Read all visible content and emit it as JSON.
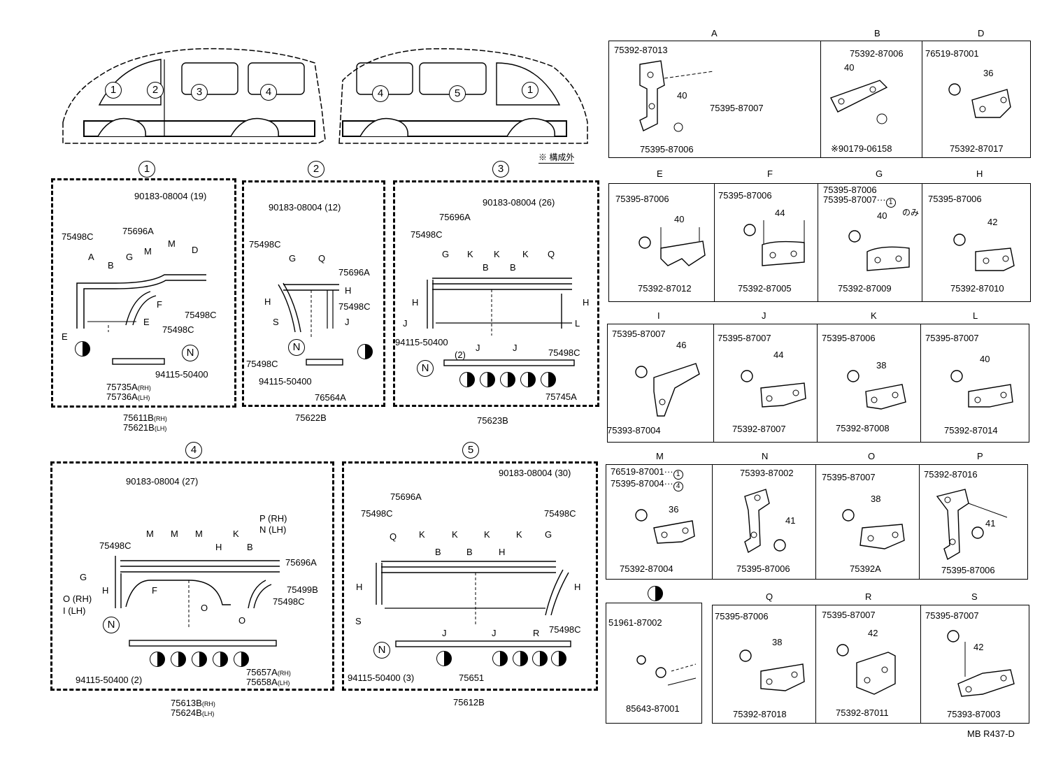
{
  "vehicle_left": {
    "markers": [
      "1",
      "2",
      "3",
      "4"
    ]
  },
  "vehicle_right": {
    "markers": [
      "4",
      "5",
      "1"
    ]
  },
  "note": "※ 構成外",
  "footer": "MB R437-D",
  "sections": {
    "s1": {
      "num": "1",
      "clip": "90183-08004 (19)",
      "left": "75498C",
      "moulding": "75696A",
      "letters": [
        "A",
        "B",
        "G",
        "M",
        "M",
        "D",
        "E",
        "E",
        "F"
      ],
      "r1": "75498C",
      "r2": "75498C",
      "bolt": "94115-50400",
      "bottom1": "75735A",
      "bottom1_sfx": "(RH)",
      "bottom2": "75736A",
      "bottom2_sfx": "(LH)",
      "assy1": "75611B",
      "assy1_sfx": "(RH)",
      "assy2": "75621B",
      "assy2_sfx": "(LH)"
    },
    "s2": {
      "num": "2",
      "clip": "90183-08004 (12)",
      "left": "75498C",
      "moulding": "75696A",
      "right": "75498C",
      "letters": [
        "G",
        "Q",
        "H",
        "H",
        "S",
        "J"
      ],
      "lower": "75498C",
      "bolt": "94115-50400",
      "bottom": "76564A",
      "assy": "75622B"
    },
    "s3": {
      "num": "3",
      "clip": "90183-08004 (26)",
      "moulding": "75696A",
      "left": "75498C",
      "letters": [
        "G",
        "K",
        "B",
        "K",
        "B",
        "K",
        "Q",
        "H",
        "H",
        "J",
        "L",
        "J",
        "J"
      ],
      "bolt": "94115-50400",
      "qty": "(2)",
      "right": "75498C",
      "bottom": "75745A",
      "assy": "75623B"
    },
    "s4": {
      "num": "4",
      "clip": "90183-08004 (27)",
      "pn": "P (RH)",
      "nl": "N (LH)",
      "left": "75498C",
      "letters": [
        "M",
        "M",
        "M",
        "H",
        "K",
        "B",
        "G",
        "H",
        "F",
        "O",
        "O"
      ],
      "ol": "O (RH)",
      "il": "I (LH)",
      "r1": "75696A",
      "r2": "75499B",
      "r3": "75498C",
      "bolt": "94115-50400 (2)",
      "bottom1": "75657A",
      "bottom1_sfx": "(RH)",
      "bottom2": "75658A",
      "bottom2_sfx": "(LH)",
      "assy1": "75613B",
      "assy1_sfx": "(RH)",
      "assy2": "75624B",
      "assy2_sfx": "(LH)"
    },
    "s5": {
      "num": "5",
      "clip": "90183-08004 (30)",
      "moulding": "75696A",
      "left": "75498C",
      "right": "75498C",
      "letters": [
        "Q",
        "K",
        "K",
        "K",
        "K",
        "B",
        "B",
        "H",
        "G",
        "H",
        "H",
        "S",
        "J",
        "J",
        "R"
      ],
      "right2": "75498C",
      "bolt": "94115-50400 (3)",
      "bottom": "75651",
      "assy": "75612B"
    }
  },
  "details": {
    "A": {
      "label": "A",
      "p1": "75392-87013",
      "p2": "75395-87007",
      "p3": "75395-87006",
      "dim": "40"
    },
    "B": {
      "label": "B",
      "p1": "75392-87006",
      "p2": "※90179-06158",
      "dim": "40"
    },
    "D": {
      "label": "D",
      "p1": "76519-87001",
      "p2": "75392-87017",
      "dim": "36"
    },
    "E": {
      "label": "E",
      "p1": "75395-87006",
      "p2": "75392-87012",
      "dim": "40"
    },
    "F": {
      "label": "F",
      "p1": "75395-87006",
      "p2": "75392-87005",
      "dim": "44"
    },
    "G": {
      "label": "G",
      "p1": "75395-87006",
      "p1b": "75395-87007",
      "note": "のみ",
      "p2": "75392-87009",
      "dim": "40"
    },
    "H": {
      "label": "H",
      "p1": "75395-87006",
      "p2": "75392-87010",
      "dim": "42"
    },
    "I": {
      "label": "I",
      "p1": "75395-87007",
      "p2": "75393-87004",
      "dim": "46"
    },
    "J": {
      "label": "J",
      "p1": "75395-87007",
      "p2": "75392-87007",
      "dim": "44"
    },
    "K": {
      "label": "K",
      "p1": "75395-87006",
      "p2": "75392-87008",
      "dim": "38"
    },
    "L": {
      "label": "L",
      "p1": "75395-87007",
      "p2": "75392-87014",
      "dim": "40"
    },
    "M": {
      "label": "M",
      "p1": "76519-87001",
      "p1b": "75395-87004",
      "p2": "75392-87004",
      "dim": "36"
    },
    "N": {
      "label": "N",
      "p1": "75393-87002",
      "p2": "75395-87006",
      "dim": "41"
    },
    "O": {
      "label": "O",
      "p1": "75395-87007",
      "p2": "75392A",
      "dim": "38"
    },
    "P": {
      "label": "P",
      "p1": "75392-87016",
      "p2": "75395-87006",
      "dim": "41"
    },
    "HALF": {
      "p1": "51961-87002",
      "p2": "85643-87001"
    },
    "Q": {
      "label": "Q",
      "p1": "75395-87006",
      "p2": "75392-87018",
      "dim": "38"
    },
    "R": {
      "label": "R",
      "p1": "75395-87007",
      "p2": "75392-87011",
      "dim": "42"
    },
    "S": {
      "label": "S",
      "p1": "75395-87007",
      "p2": "75393-87003",
      "dim": "42"
    }
  }
}
